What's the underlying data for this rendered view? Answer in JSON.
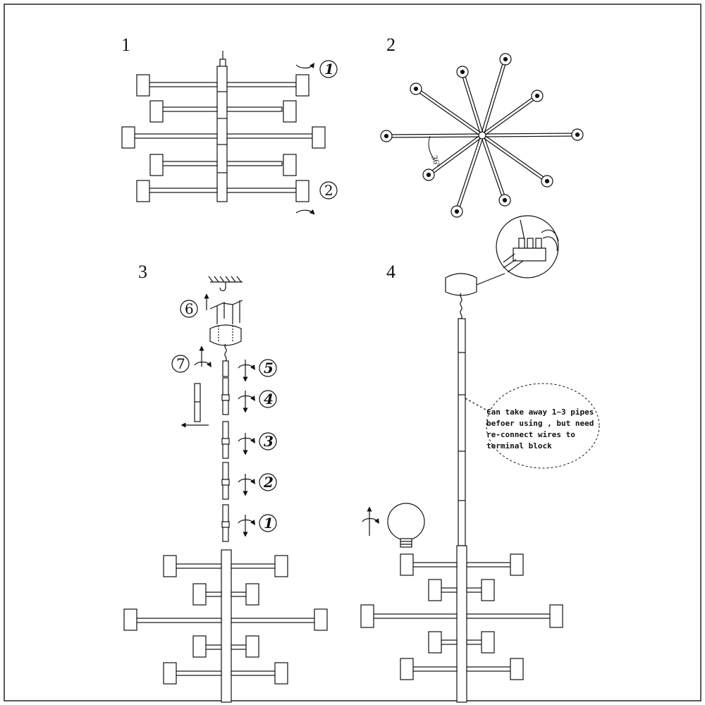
{
  "steps": [
    {
      "label": "1"
    },
    {
      "label": "2"
    },
    {
      "label": "3"
    },
    {
      "label": "4"
    }
  ],
  "step1": {
    "callouts": [
      "1",
      "2"
    ]
  },
  "step2": {
    "angle_label": "36°"
  },
  "step3": {
    "callout_top": "6",
    "callout_side": "7",
    "pipe_callouts": [
      "5",
      "4",
      "3",
      "2",
      "1"
    ]
  },
  "step4": {
    "note_lines": [
      "Can take away 1~3 pipes",
      "befoer using , but need",
      "re-connect wires to",
      "terminal block"
    ]
  },
  "colors": {
    "line": "#111111",
    "border": "#222222",
    "bulb_fill": "#ffffff"
  }
}
